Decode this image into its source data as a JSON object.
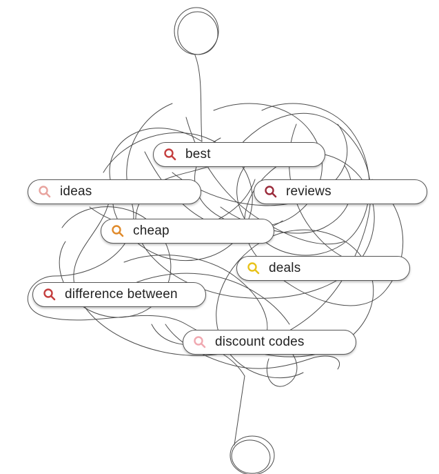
{
  "search_bubbles": [
    {
      "id": "best",
      "label": "best",
      "icon": "search-icon",
      "icon_color": "#c43d3d"
    },
    {
      "id": "ideas",
      "label": "ideas",
      "icon": "search-icon",
      "icon_color": "#e8a39e"
    },
    {
      "id": "reviews",
      "label": "reviews",
      "icon": "search-icon",
      "icon_color": "#9a2a3a"
    },
    {
      "id": "cheap",
      "label": "cheap",
      "icon": "search-icon",
      "icon_color": "#e08a2a"
    },
    {
      "id": "deals",
      "label": "deals",
      "icon": "search-icon",
      "icon_color": "#e8c21a"
    },
    {
      "id": "difference-between",
      "label": "difference between",
      "icon": "search-icon",
      "icon_color": "#c43d3d"
    },
    {
      "id": "discount-codes",
      "label": "discount codes",
      "icon": "search-icon",
      "icon_color": "#f0a8b0"
    }
  ]
}
